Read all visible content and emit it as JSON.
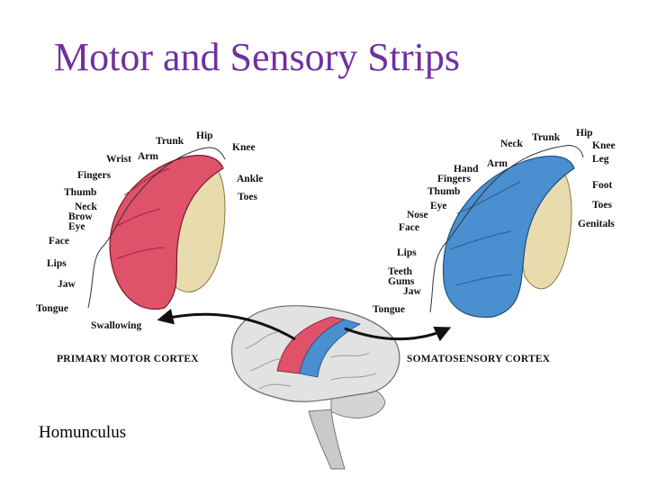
{
  "slide": {
    "title": "Motor and Sensory Strips",
    "caption": "Homunculus"
  },
  "motor": {
    "header": "PRIMARY MOTOR CORTEX",
    "labels": [
      "Hip",
      "Trunk",
      "Knee",
      "Wrist",
      "Arm",
      "Fingers",
      "Ankle",
      "Thumb",
      "Toes",
      "Neck",
      "Brow",
      "Eye",
      "Face",
      "Lips",
      "Jaw",
      "Tongue",
      "Swallowing"
    ],
    "color": "#e0516a"
  },
  "sensory": {
    "header": "SOMATOSENSORY CORTEX",
    "labels": [
      "Hip",
      "Trunk",
      "Neck",
      "Knee",
      "Leg",
      "Hand",
      "Arm",
      "Fingers",
      "Foot",
      "Thumb",
      "Toes",
      "Eye",
      "Nose",
      "Face",
      "Genitals",
      "Lips",
      "Teeth",
      "Gums",
      "Jaw",
      "Tongue"
    ],
    "color": "#4a8fd0"
  }
}
